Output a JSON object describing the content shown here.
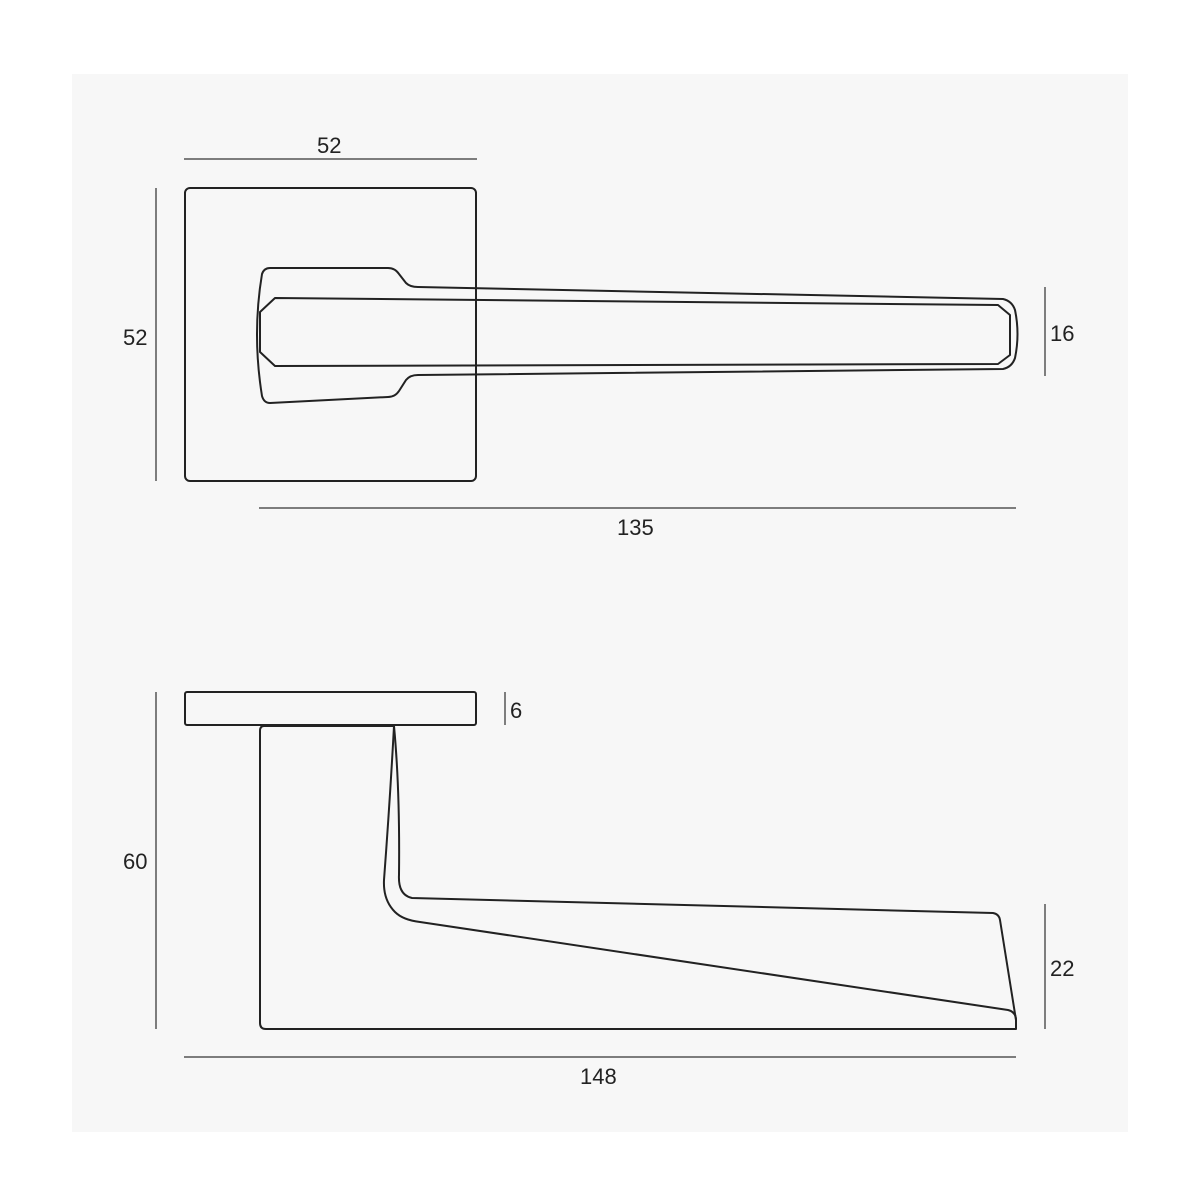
{
  "top_view": {
    "dimensions": {
      "rose_width": "52",
      "rose_height": "52",
      "lever_length": "135",
      "lever_thickness": "16"
    }
  },
  "side_view": {
    "dimensions": {
      "rose_thickness": "6",
      "total_height": "60",
      "lever_tip_height": "22",
      "total_length": "148"
    }
  }
}
